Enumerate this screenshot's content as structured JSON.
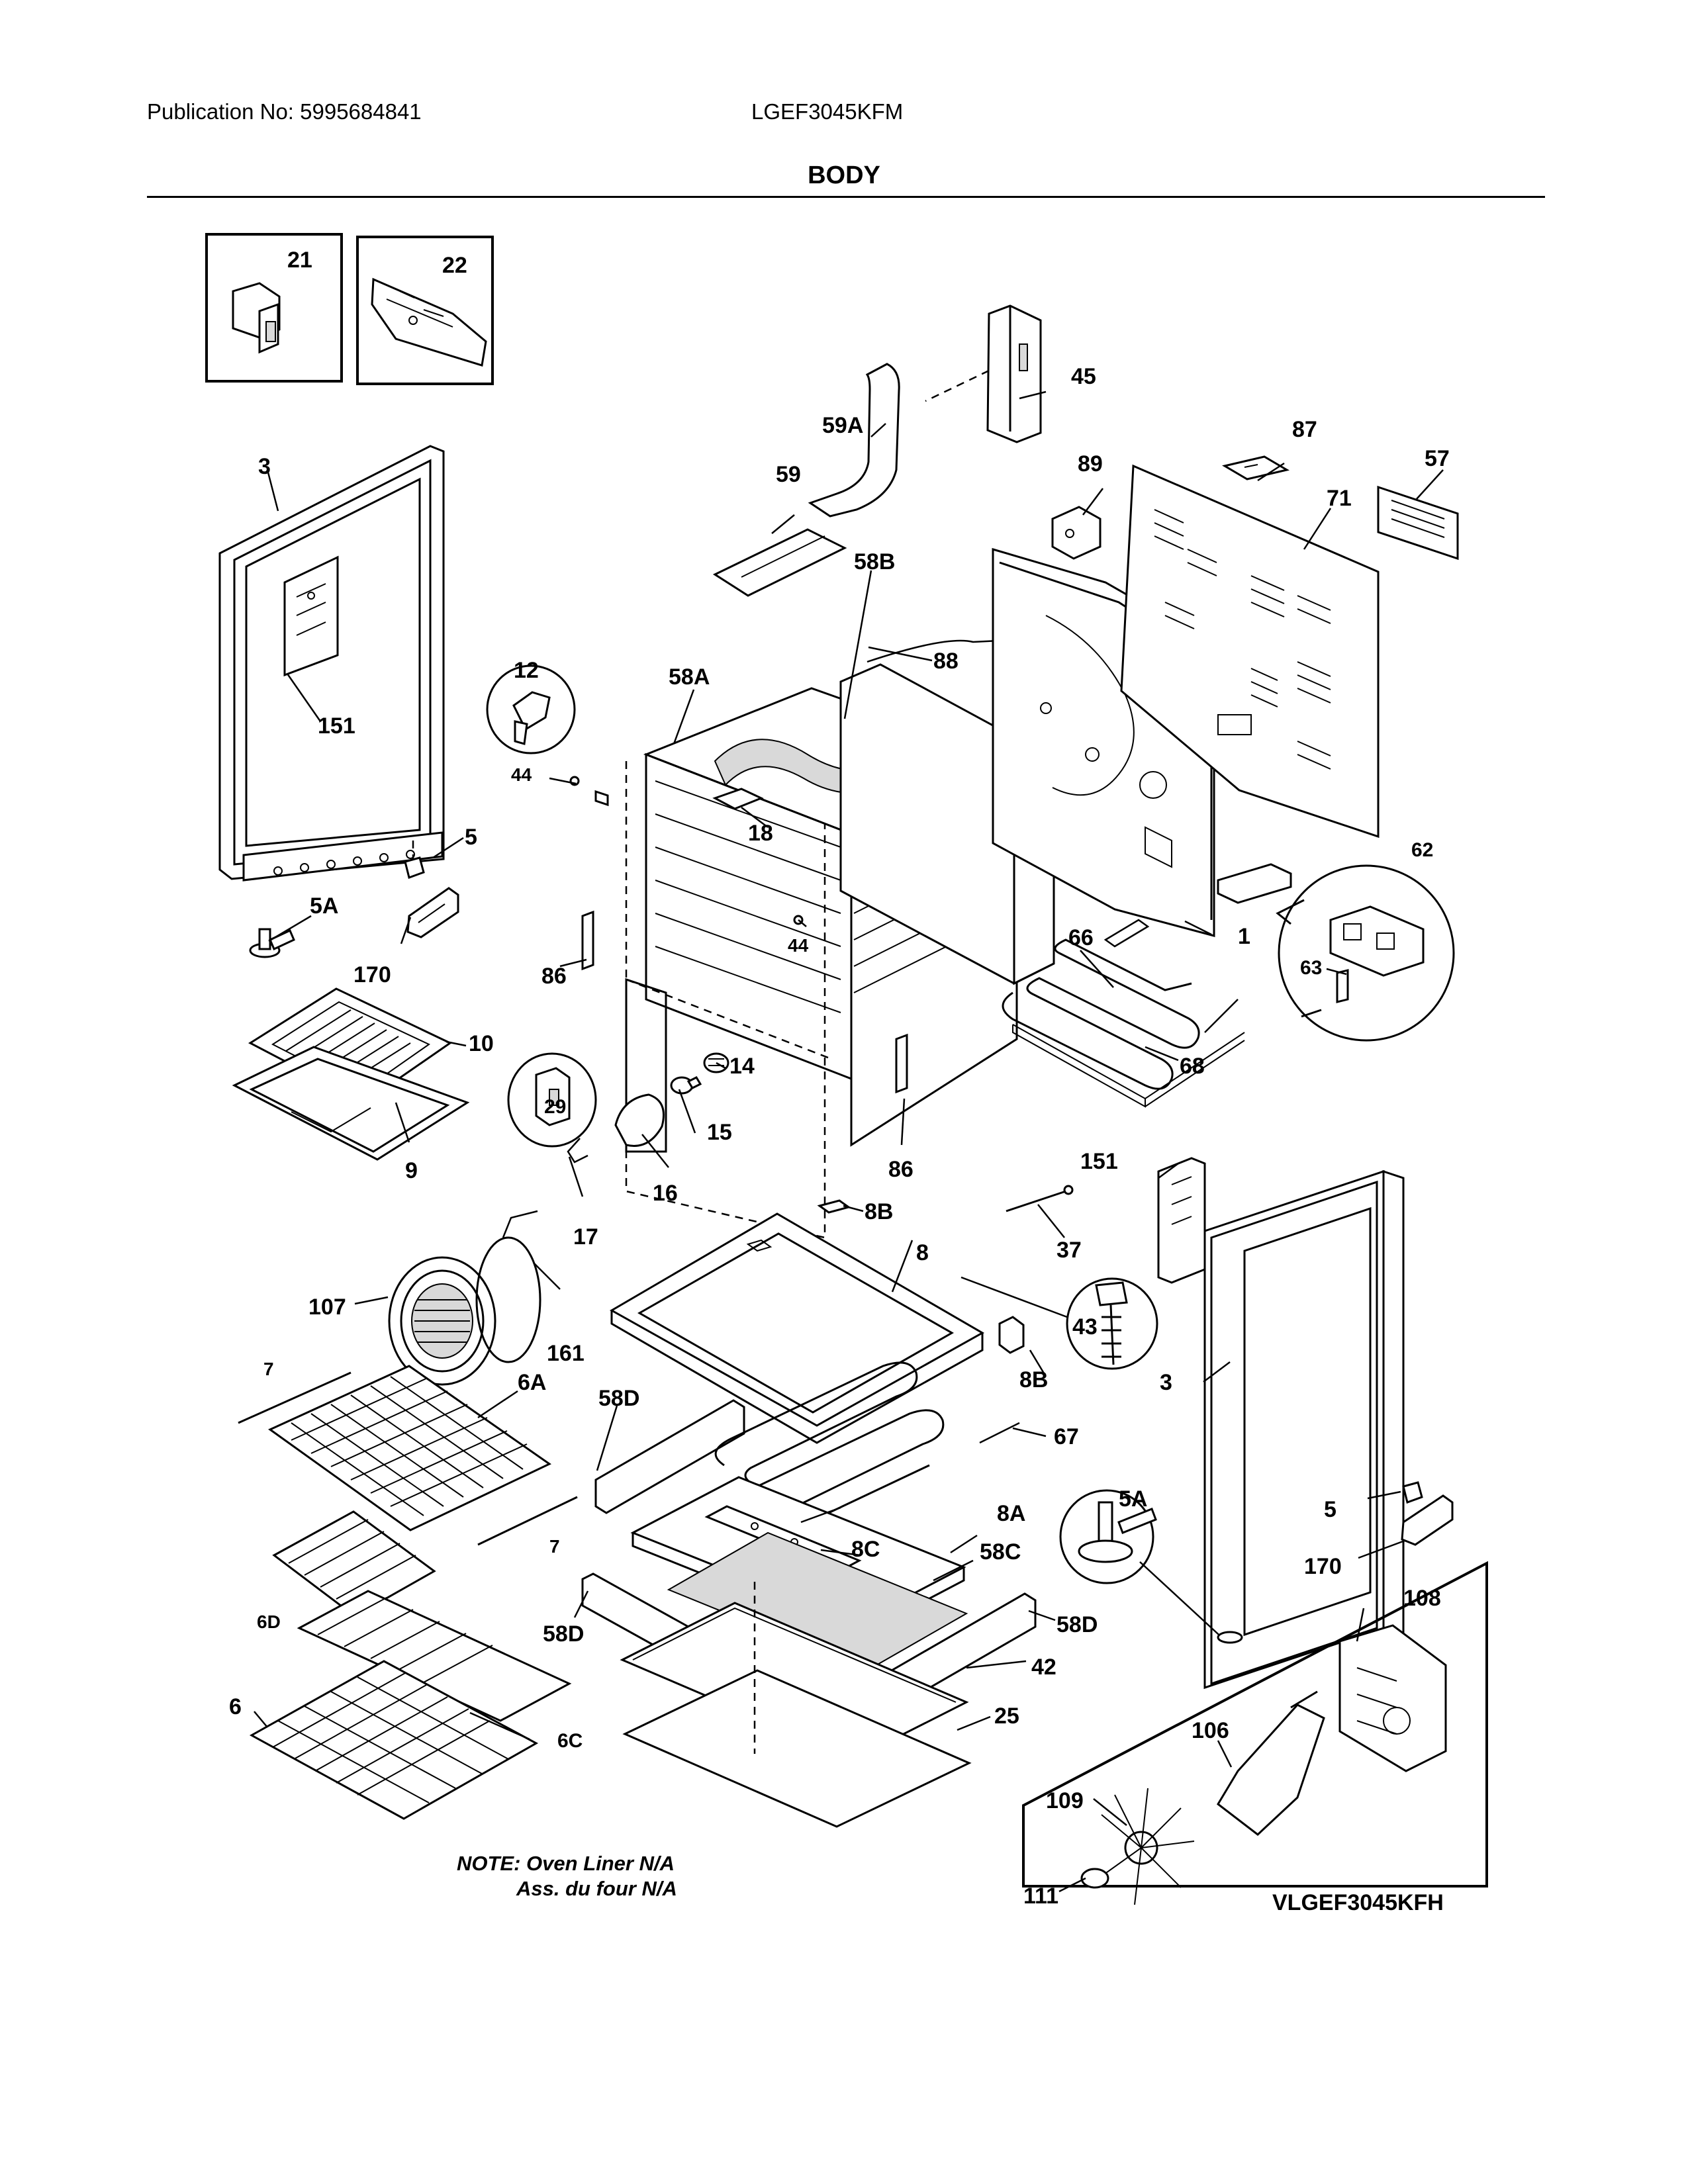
{
  "header": {
    "publication": "Publication No: 5995684841",
    "model": "LGEF3045KFM",
    "title": "BODY"
  },
  "labels": {
    "p21": "21",
    "p22": "22",
    "p45": "45",
    "p59A": "59A",
    "p87": "87",
    "p57": "57",
    "p89": "89",
    "p71": "71",
    "p59": "59",
    "p3_left": "3",
    "p58B": "58B",
    "p12": "12",
    "p88": "88",
    "p58A": "58A",
    "p151_left": "151",
    "p44_a": "44",
    "p18": "18",
    "p5_left": "5",
    "p62": "62",
    "p44_b": "44",
    "p5A_left": "5A",
    "p1": "1",
    "p63": "63",
    "p66": "66",
    "p170_left": "170",
    "p86_left": "86",
    "p10": "10",
    "p29": "29",
    "p14": "14",
    "p68": "68",
    "p15": "15",
    "p9": "9",
    "p151_right": "151",
    "p86_right": "86",
    "p16": "16",
    "p8B_top": "8B",
    "p37": "37",
    "p17": "17",
    "p8": "8",
    "p107": "107",
    "p43": "43",
    "p161": "161",
    "p7_top": "7",
    "p6A": "6A",
    "p3_right": "3",
    "p8B_bottom": "8B",
    "p58D_top": "58D",
    "p67": "67",
    "p5A_right": "5A",
    "p8A": "8A",
    "p5_right": "5",
    "p7_bottom": "7",
    "p8C": "8C",
    "p58C": "58C",
    "p170_right": "170",
    "p108": "108",
    "p6D": "6D",
    "p58D_left": "58D",
    "p58D_right": "58D",
    "p42": "42",
    "p6": "6",
    "p106": "106",
    "p6C": "6C",
    "p25": "25",
    "p109": "109",
    "p111": "111"
  },
  "note_line1": "NOTE: Oven Liner N/A",
  "note_line2": "Ass. du four N/A",
  "inset_model": "VLGEF3045KFH"
}
